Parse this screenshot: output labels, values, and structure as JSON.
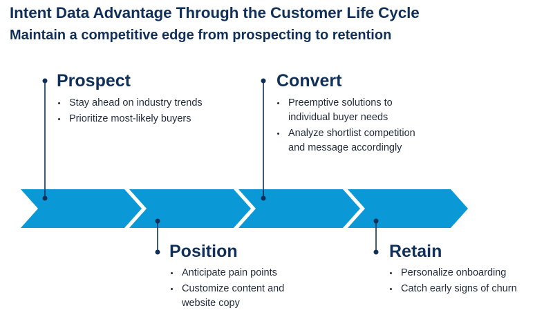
{
  "header": {
    "title": "Intent Data Advantage Through the Customer Life Cycle",
    "subtitle": "Maintain a competitive edge from prospecting to retention"
  },
  "colors": {
    "navy": "#10305a",
    "arrow_blue": "#0a99d6"
  },
  "stages": [
    {
      "title": "Prospect",
      "bullets": [
        "Stay ahead on industry trends",
        "Prioritize most-likely buyers"
      ]
    },
    {
      "title": "Position",
      "bullets": [
        "Anticipate pain points",
        "Customize content and\nwebsite copy"
      ]
    },
    {
      "title": "Convert",
      "bullets": [
        "Preemptive solutions to\nindividual buyer needs",
        "Analyze shortlist competition\nand message accordingly"
      ]
    },
    {
      "title": "Retain",
      "bullets": [
        "Personalize onboarding",
        "Catch early signs of churn"
      ]
    }
  ]
}
